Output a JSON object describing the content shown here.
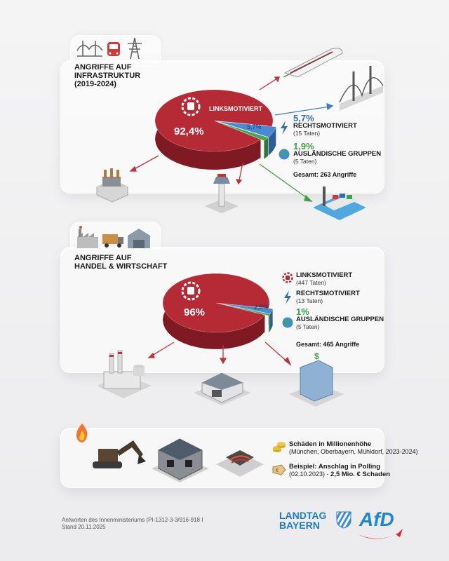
{
  "colors": {
    "left": "#b52a34",
    "right": "#4a8ad0",
    "foreign": "#4aa64a",
    "brand_blue": "#1e7bc4",
    "afd_red": "#e3222a"
  },
  "infrastructure": {
    "title_lines": [
      "ANGRIFFE AUF",
      "INFRASTRUKTUR",
      "(2019-2024)"
    ],
    "pie_label": "LINKSMOTIVIERT",
    "pie_pct_label": "92,4%",
    "slice_pct_label": "5,7%",
    "legend": [
      {
        "pct": "5,7%",
        "label": "RECHTSMOTIVIERT",
        "sub": "(15 Taten)",
        "icon": "lightning-icon"
      },
      {
        "pct": "1,9%",
        "label": "AUSLÄNDISCHE GRUPPEN",
        "sub": "(5 Taten)",
        "icon": "globe-icon"
      }
    ],
    "total": "Gesamt: 263 Angriffe"
  },
  "commerce": {
    "title_lines": [
      "ANGRIFFE AUF",
      "HANDEL & WIRTSCHAFT"
    ],
    "pie_pct_label": "96%",
    "slice_pct_label": "2,8%",
    "legend": [
      {
        "pct": "",
        "label": "LINKSMOTIVIERT",
        "sub": "(447 Taten)",
        "icon": "fist-gear-icon"
      },
      {
        "pct": "",
        "label": "RECHTSMOTIVIERT",
        "sub": "(13 Taten)",
        "icon": "lightning-icon"
      },
      {
        "pct": "1%",
        "label": "AUSLÄNDISCHE GRUPPEN",
        "sub": "(5 Taten)",
        "icon": "globe-icon"
      }
    ],
    "total": "Gesamt: 465 Angriffe"
  },
  "damage": {
    "line1_bold": "Schäden in Millionenhöhe",
    "line1_sub": "(München, Oberbayern, Mühldorf, 2023-2024)",
    "line2_bold": "Beispiel: Anschlag in Polling",
    "line2_sub_a": "(02.10.2023) - ",
    "line2_sub_b": "2,5 Mio. € Schaden"
  },
  "footer": {
    "source_line1": "Antworten des Innenministeriums (PI-1312-3-3/916-918 I",
    "source_line2": "Stand 20.11.2025",
    "logo_line1": "LANDTAG",
    "logo_line2": "BAYERN",
    "logo_afd": "AfD"
  },
  "chart_data": [
    {
      "type": "pie",
      "title": "ANGRIFFE AUF INFRASTRUKTUR (2019-2024)",
      "categories": [
        "LINKSMOTIVIERT",
        "RECHTSMOTIVIERT",
        "AUSLÄNDISCHE GRUPPEN"
      ],
      "values": [
        92.4,
        5.7,
        1.9
      ],
      "counts": [
        null,
        15,
        5
      ],
      "total": 263,
      "legend": "right"
    },
    {
      "type": "pie",
      "title": "ANGRIFFE AUF HANDEL & WIRTSCHAFT",
      "categories": [
        "LINKSMOTIVIERT",
        "RECHTSMOTIVIERT",
        "AUSLÄNDISCHE GRUPPEN"
      ],
      "values": [
        96,
        2.8,
        1
      ],
      "counts": [
        447,
        13,
        5
      ],
      "total": 465,
      "legend": "right"
    }
  ]
}
